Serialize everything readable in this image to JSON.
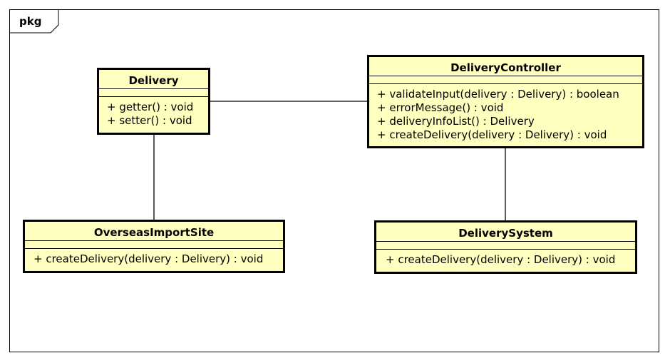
{
  "frame": {
    "label": "pkg"
  },
  "classes": {
    "delivery": {
      "name": "Delivery",
      "operations": [
        "+ getter() : void",
        "+ setter() : void"
      ]
    },
    "delivery_controller": {
      "name": "DeliveryController",
      "operations": [
        "+ validateInput(delivery : Delivery) : boolean",
        "+ errorMessage() : void",
        "+ deliveryInfoList() : Delivery",
        "+ createDelivery(delivery : Delivery) : void"
      ]
    },
    "overseas_import_site": {
      "name": "OverseasImportSite",
      "operations": [
        "+ createDelivery(delivery : Delivery) : void"
      ]
    },
    "delivery_system": {
      "name": "DeliverySystem",
      "operations": [
        "+ createDelivery(delivery : Delivery) : void"
      ]
    }
  },
  "colors": {
    "class_fill": "#ffffc0",
    "stroke": "#000000"
  }
}
